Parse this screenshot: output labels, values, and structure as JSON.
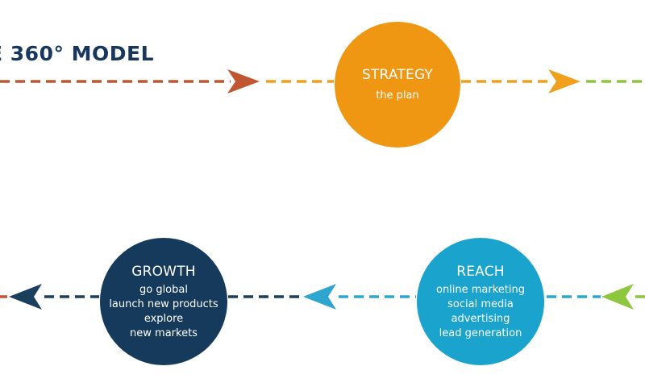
{
  "title": "E 360° MODEL",
  "colors": {
    "title": "#17375e",
    "rust": "#c0562f",
    "orange": "#f0a01a",
    "green": "#8dc63f",
    "teal": "#2ea6cf",
    "navy": "#1c3f5e"
  },
  "nodes": {
    "strategy": {
      "heading": "STRATEGY",
      "lines": [
        "the plan"
      ],
      "color": "#ef9612"
    },
    "growth": {
      "heading": "GROWTH",
      "lines": [
        "go global",
        "launch new products",
        "explore",
        "new markets"
      ],
      "color": "#153a5c"
    },
    "reach": {
      "heading": "REACH",
      "lines": [
        "online marketing",
        "social media",
        "advertising",
        "lead generation"
      ],
      "color": "#1aa3cd"
    }
  }
}
